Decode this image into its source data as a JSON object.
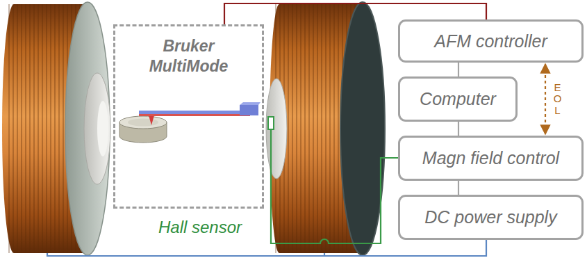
{
  "diagram": {
    "nodes": [
      {
        "text": [
          "Bruker MultiMode"
        ]
      },
      {
        "text": [
          "AFM controller"
        ]
      },
      {
        "text": [
          "Computer"
        ]
      },
      {
        "text": [
          "Magn field control"
        ]
      },
      {
        "text": [
          "DC power supply"
        ]
      }
    ],
    "edges": [
      {
        "from": 0,
        "to": 1,
        "arrow": "none"
      },
      {
        "from": 1,
        "to": 2,
        "arrow": "none"
      },
      {
        "from": 2,
        "to": 3,
        "arrow": "none"
      },
      {
        "from": 3,
        "to": 4,
        "arrow": "none"
      },
      {
        "from": 1,
        "to": 3,
        "label": "EOL",
        "arrow": "both"
      }
    ],
    "labels": [
      "Hall sensor"
    ]
  }
}
